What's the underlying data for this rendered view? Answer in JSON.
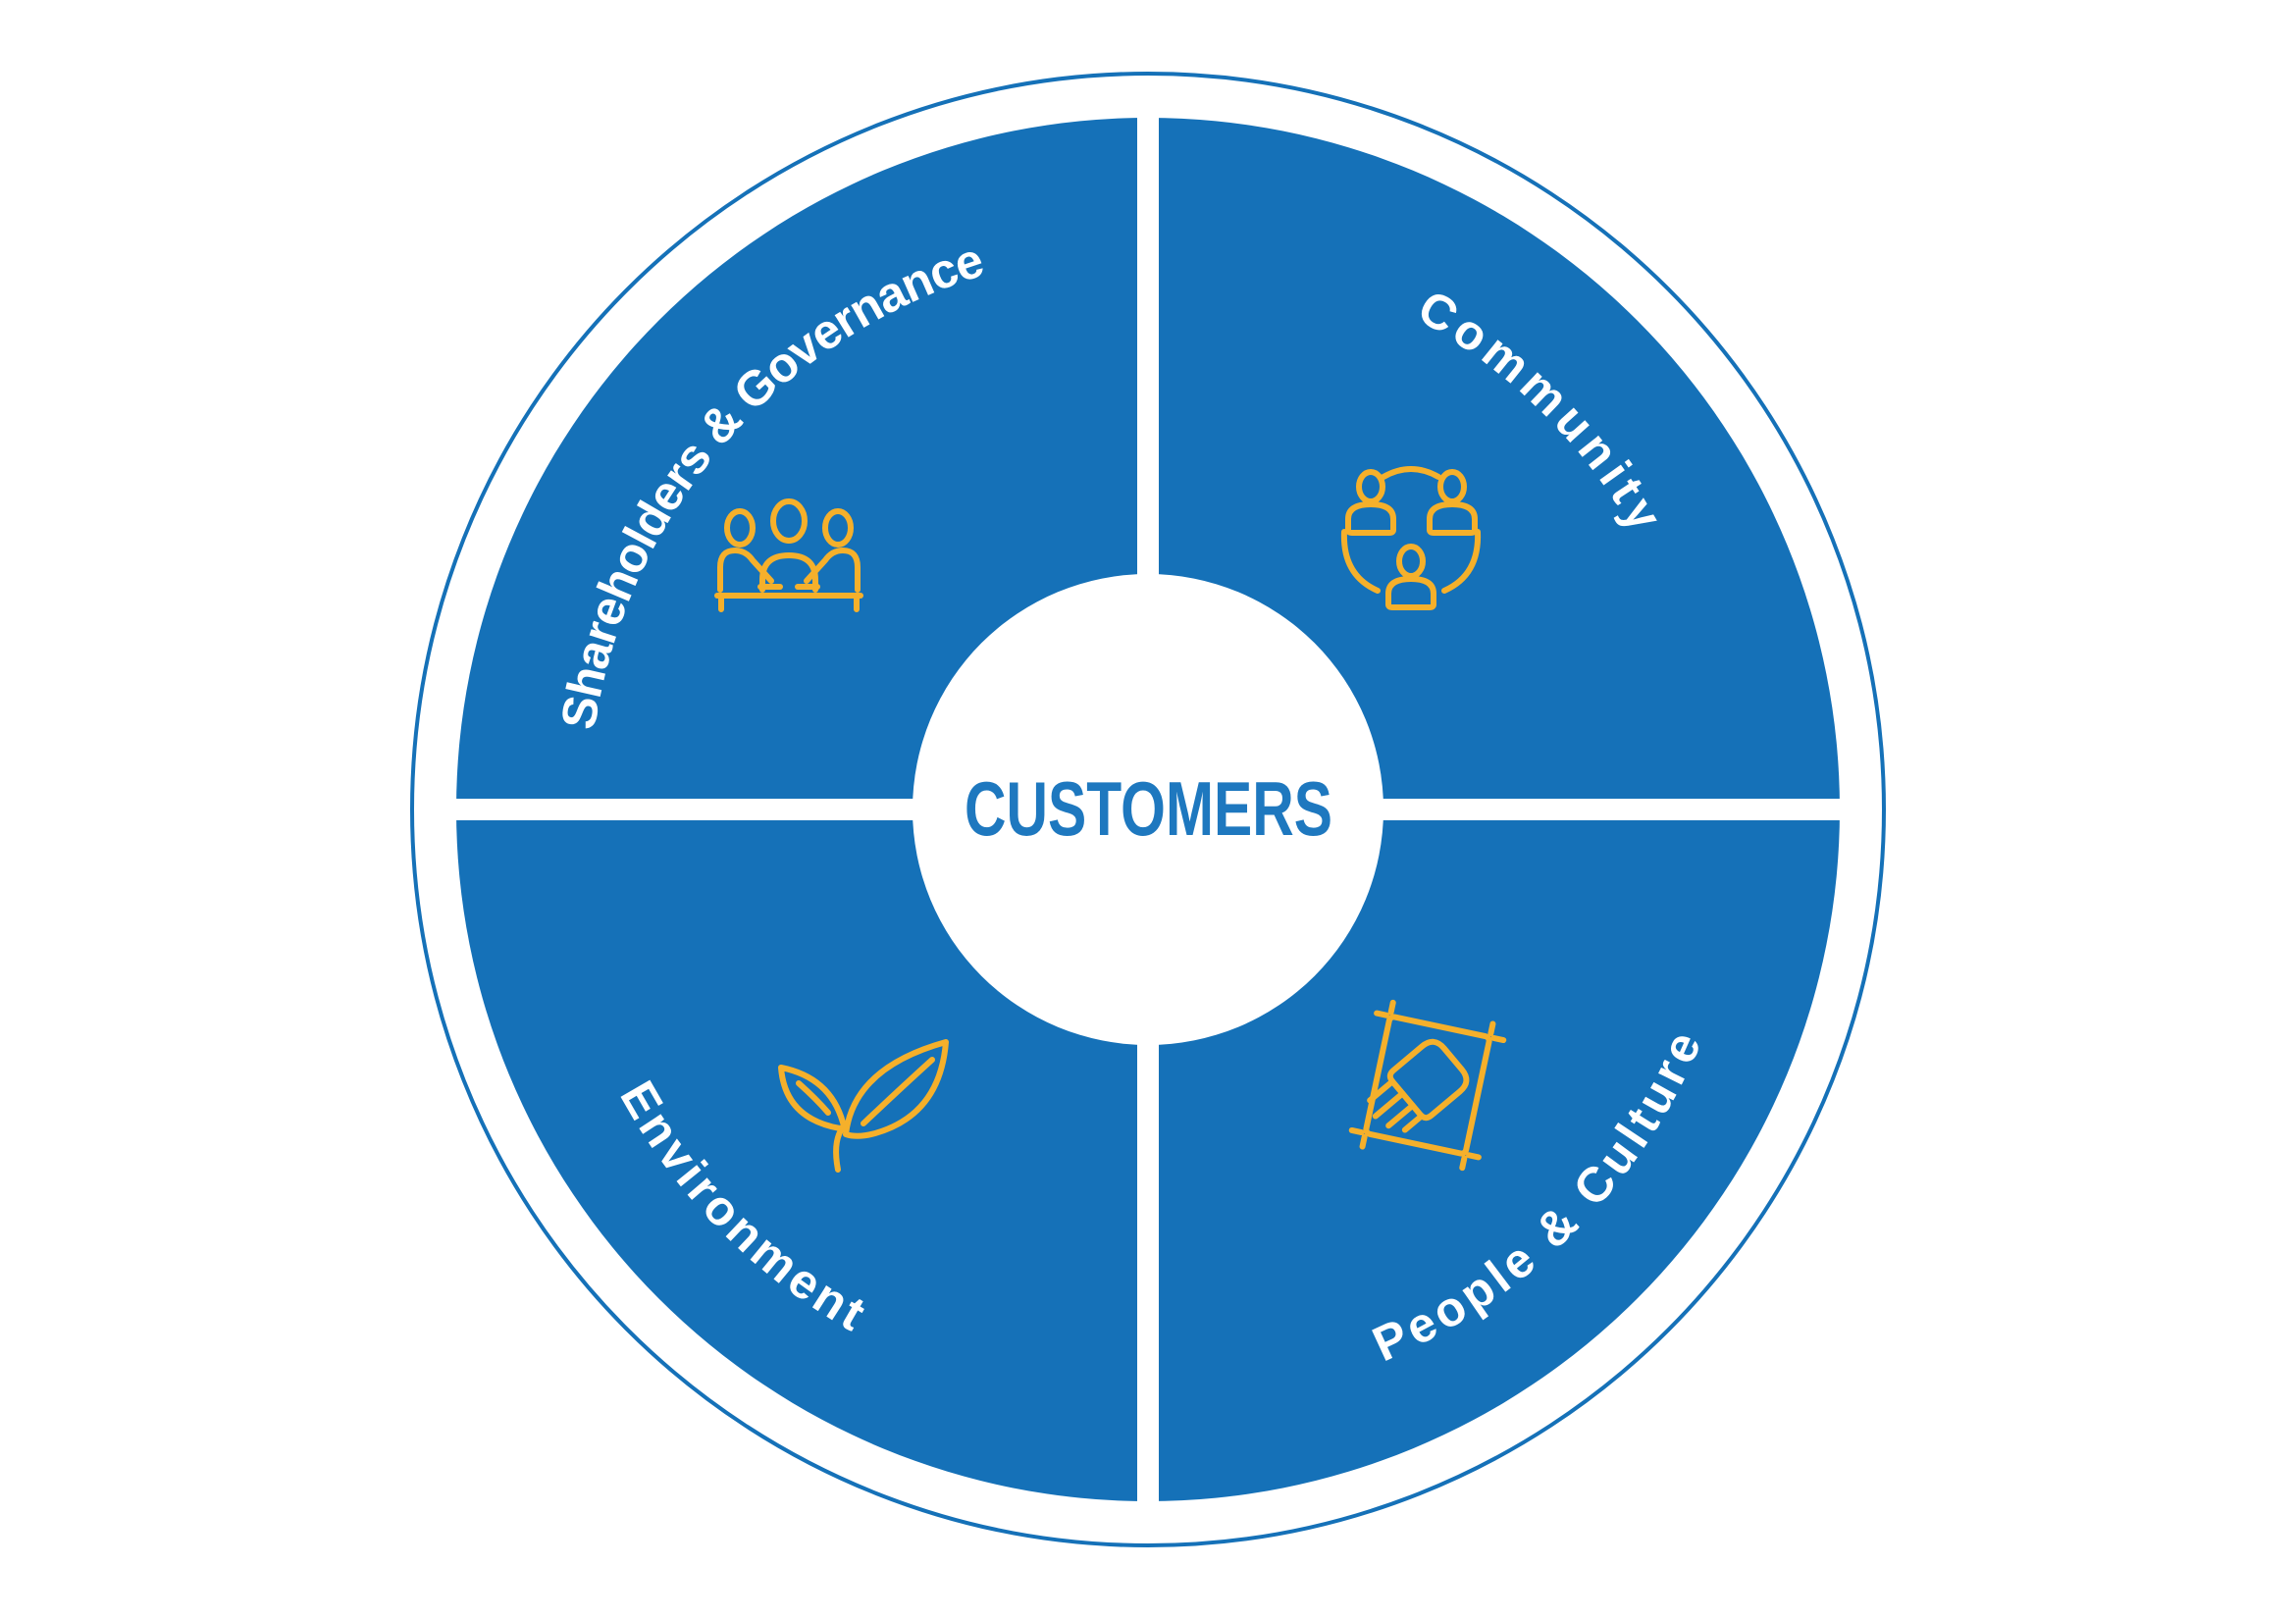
{
  "diagram": {
    "type": "circular-stakeholder-wheel",
    "center_label": "CUSTOMERS",
    "quadrants": [
      {
        "position": "top-left",
        "label": "Shareholders & Governance",
        "icon": "meeting-table-icon"
      },
      {
        "position": "top-right",
        "label": "Community",
        "icon": "community-people-icon"
      },
      {
        "position": "bottom-left",
        "label": "Environment",
        "icon": "leaf-icon"
      },
      {
        "position": "bottom-right",
        "label": "People & Culture",
        "icon": "hands-together-icon"
      }
    ],
    "colors": {
      "disc_blue": "#1571b8",
      "center_text_blue": "#1e78bf",
      "icon_yellow": "#f5b02b",
      "background_white": "#ffffff"
    }
  }
}
